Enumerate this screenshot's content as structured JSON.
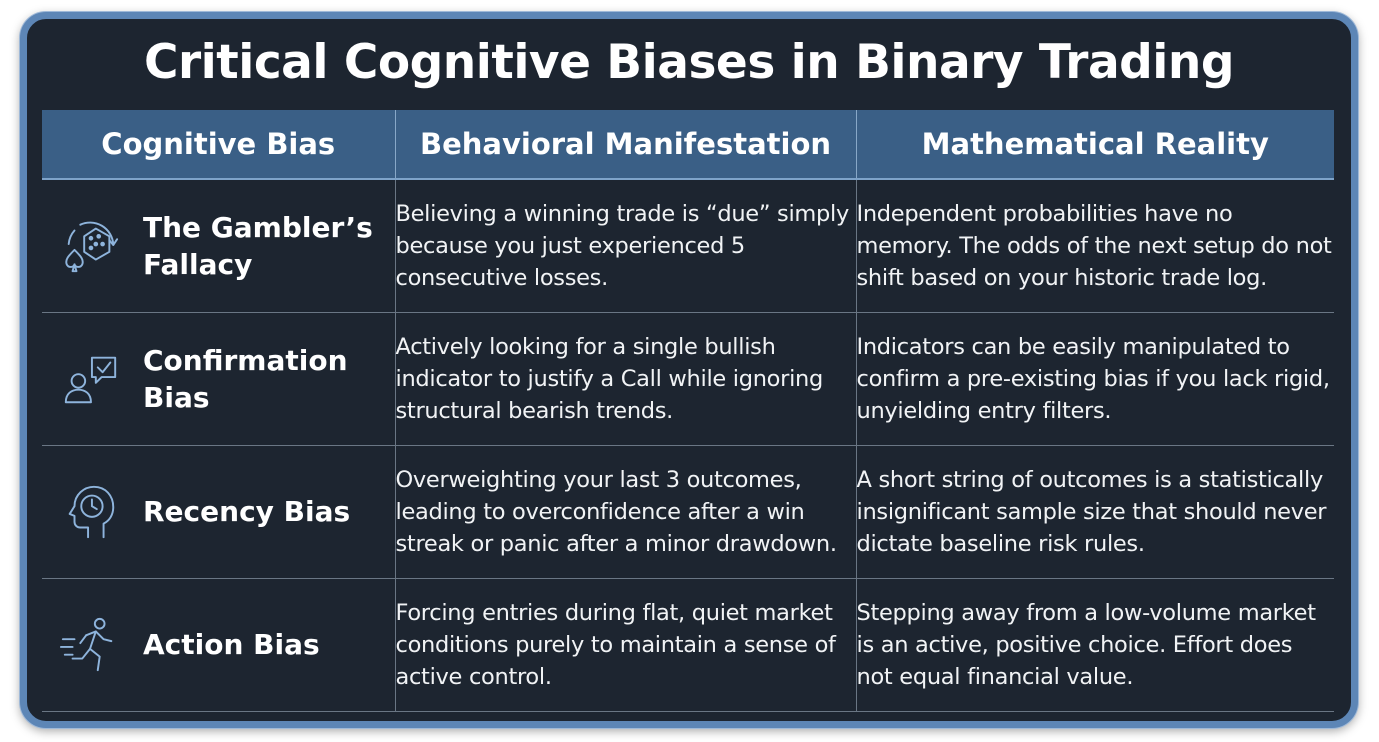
{
  "title": "Critical Cognitive Biases in Binary Trading",
  "colors": {
    "frame_border": "#5d86b6",
    "background": "#1d2530",
    "header_fill": "#3a5f86",
    "icon_stroke": "#8eb4dc"
  },
  "table": {
    "headers": [
      "Cognitive Bias",
      "Behavioral Manifestation",
      "Mathematical Reality"
    ],
    "rows": [
      {
        "icon": "gambler-dice-icon",
        "bias": "The Gambler’s Fallacy",
        "manifestation": "Believing a winning trade is “due” simply because you just experienced 5 consecutive losses.",
        "reality": "Independent probabilities have no memory. The odds of the next setup do not shift based on your historic trade log."
      },
      {
        "icon": "person-checkmark-icon",
        "bias": "Confirmation Bias",
        "manifestation": "Actively looking for a single bullish indicator to justify a Call while ignoring structural bearish trends.",
        "reality": "Indicators can be easily manipulated to confirm a pre-existing bias if you lack rigid, unyielding entry filters."
      },
      {
        "icon": "head-clock-icon",
        "bias": "Recency Bias",
        "manifestation": "Overweighting your last 3 outcomes, leading to overconfidence after a win streak or panic after a minor drawdown.",
        "reality": "A short string of outcomes is a statistically insignificant sample size that should never dictate baseline risk rules."
      },
      {
        "icon": "running-person-icon",
        "bias": "Action Bias",
        "manifestation": "Forcing entries during flat, quiet market conditions purely to maintain a sense of active control.",
        "reality": "Stepping away from a low-volume market is an active, positive choice. Effort does not equal financial value."
      }
    ]
  }
}
